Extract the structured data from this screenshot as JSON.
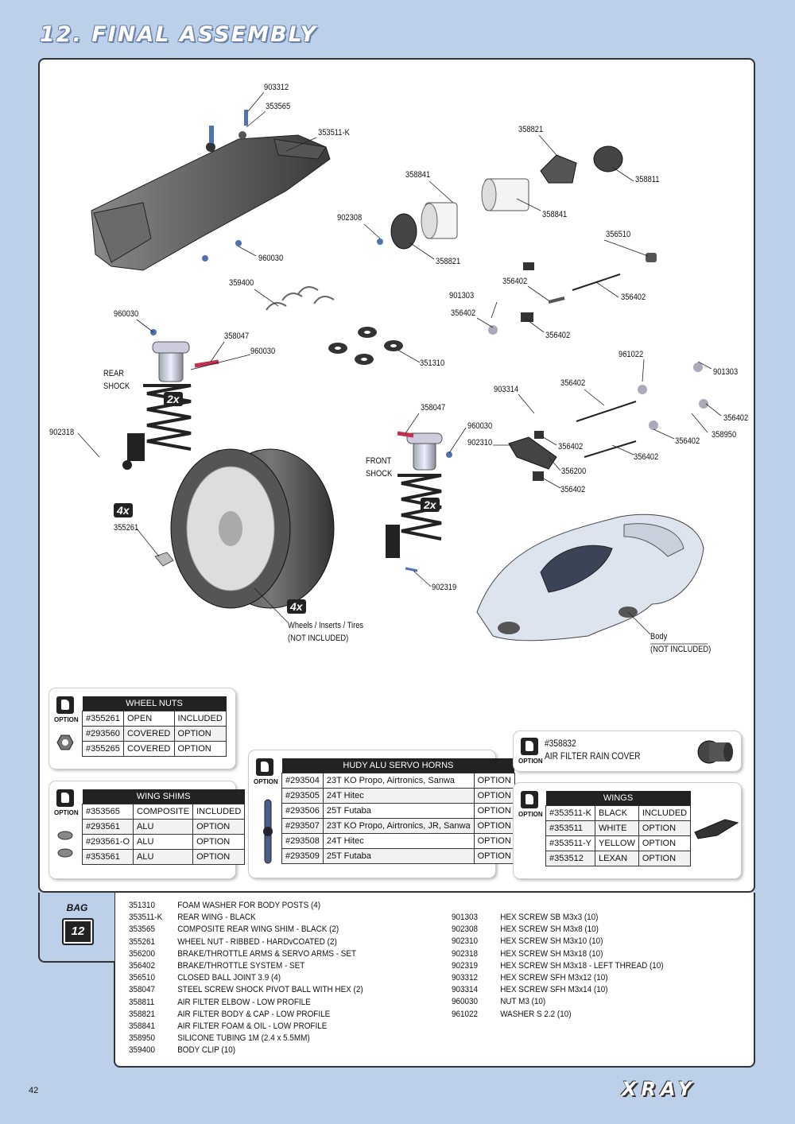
{
  "page": {
    "title": "12. FINAL ASSEMBLY",
    "page_number": "42",
    "brand": "XRAY"
  },
  "colors": {
    "background": "#bcd0ea",
    "panel": "#ffffff",
    "dark": "#222222"
  },
  "diagram_labels": {
    "l903312": "903312",
    "l353565": "353565",
    "l353511k": "353511-K",
    "l358821a": "358821",
    "l358811": "358811",
    "l358841a": "358841",
    "l358841b": "358841",
    "l902308": "902308",
    "l358821b": "358821",
    "l356510": "356510",
    "l960030a": "960030",
    "l359400": "359400",
    "l356402a": "356402",
    "l901303a": "901303",
    "l356402b": "356402",
    "l356402c": "356402",
    "l356402d": "356402",
    "l960030b": "960030",
    "l358047a": "358047",
    "l960030c": "960030",
    "l351310": "351310",
    "l961022": "961022",
    "l901303b": "901303",
    "l356402e": "356402",
    "l903314": "903314",
    "l356402f": "356402",
    "l356402g": "356402",
    "l358950": "358950",
    "l358047b": "358047",
    "l960030d": "960030",
    "l902310": "902310",
    "l356402h": "356402",
    "l356402i": "356402",
    "l356200": "356200",
    "l356402j": "356402",
    "l902318": "902318",
    "l355261": "355261",
    "l902319": "902319",
    "rear_shock": "REAR",
    "rear_shock2": "SHOCK",
    "front_shock": "FRONT",
    "front_shock2": "SHOCK",
    "wheels": "Wheels / Inserts / Tires",
    "wheels2": "(NOT INCLUDED)",
    "body": "Body",
    "body2": "(NOT INCLUDED)",
    "badge_2x_a": "2x",
    "badge_2x_b": "2x",
    "badge_4x_a": "4x",
    "badge_4x_b": "4x"
  },
  "option_label": "OPTION",
  "wheel_nuts": {
    "title": "WHEEL NUTS",
    "rows": [
      [
        "#355261",
        "OPEN",
        "INCLUDED"
      ],
      [
        "#293560",
        "COVERED",
        "OPTION"
      ],
      [
        "#355265",
        "COVERED",
        "OPTION"
      ]
    ]
  },
  "wing_shims": {
    "title": "WING SHIMS",
    "rows": [
      [
        "#353565",
        "COMPOSITE",
        "INCLUDED"
      ],
      [
        "#293561",
        "ALU",
        "OPTION"
      ],
      [
        "#293561-O",
        "ALU",
        "OPTION"
      ],
      [
        "#353561",
        "ALU",
        "OPTION"
      ]
    ]
  },
  "servo_horns": {
    "title": "HUDY ALU SERVO HORNS",
    "rows": [
      [
        "#293504",
        "23T KO Propo, Airtronics, Sanwa",
        "OPTION"
      ],
      [
        "#293505",
        "24T Hitec",
        "OPTION"
      ],
      [
        "#293506",
        "25T Futaba",
        "OPTION"
      ],
      [
        "#293507",
        "23T KO Propo, Airtronics, JR, Sanwa",
        "OPTION"
      ],
      [
        "#293508",
        "24T Hitec",
        "OPTION"
      ],
      [
        "#293509",
        "25T Futaba",
        "OPTION"
      ]
    ]
  },
  "air_filter": {
    "code": "#358832",
    "name": "AIR FILTER RAIN COVER"
  },
  "wings": {
    "title": "WINGS",
    "rows": [
      [
        "#353511-K",
        "BLACK",
        "INCLUDED"
      ],
      [
        "#353511",
        "WHITE",
        "OPTION"
      ],
      [
        "#353511-Y",
        "YELLOW",
        "OPTION"
      ],
      [
        "#353512",
        "LEXAN",
        "OPTION"
      ]
    ]
  },
  "bag": {
    "label": "BAG",
    "number": "12"
  },
  "parts_left": [
    [
      "351310",
      "FOAM WASHER FOR BODY POSTS (4)"
    ],
    [
      "353511-K",
      "REAR WING - BLACK"
    ],
    [
      "353565",
      "COMPOSITE REAR WING SHIM - BLACK (2)"
    ],
    [
      "355261",
      "WHEEL NUT - RIBBED - HARDvCOATED (2)"
    ],
    [
      "356200",
      "BRAKE/THROTTLE ARMS & SERVO ARMS - SET"
    ],
    [
      "356402",
      "BRAKE/THROTTLE SYSTEM - SET"
    ],
    [
      "356510",
      "CLOSED BALL JOINT 3.9 (4)"
    ],
    [
      "358047",
      "STEEL SCREW SHOCK PIVOT BALL WITH HEX (2)"
    ],
    [
      "358811",
      "AIR FILTER ELBOW - LOW PROFILE"
    ],
    [
      "358821",
      "AIR FILTER BODY & CAP - LOW PROFILE"
    ],
    [
      "358841",
      "AIR FILTER FOAM & OIL - LOW PROFILE"
    ],
    [
      "358950",
      "SILICONE TUBING 1M (2.4 x 5.5MM)"
    ],
    [
      "359400",
      "BODY CLIP (10)"
    ]
  ],
  "parts_right": [
    [
      "901303",
      "HEX SCREW  SB M3x3  (10)"
    ],
    [
      "902308",
      "HEX SCREW  SH M3x8  (10)"
    ],
    [
      "902310",
      "HEX SCREW  SH M3x10  (10)"
    ],
    [
      "902318",
      "HEX SCREW  SH M3x18  (10)"
    ],
    [
      "902319",
      "HEX SCREW SH M3x18 - LEFT THREAD  (10)"
    ],
    [
      "903312",
      "HEX SCREW  SFH M3x12  (10)"
    ],
    [
      "903314",
      "HEX SCREW  SFH M3x14  (10)"
    ],
    [
      "960030",
      "NUT M3  (10)"
    ],
    [
      "961022",
      "WASHER S 2.2 (10)"
    ]
  ]
}
